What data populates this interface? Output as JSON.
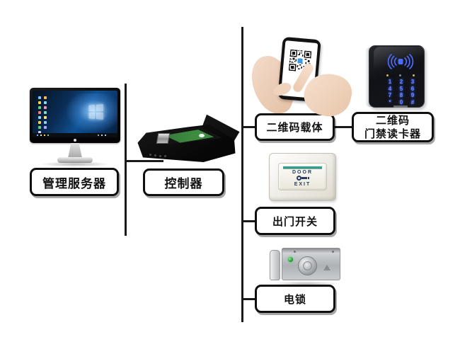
{
  "labels": {
    "server": "管理服务器",
    "controller": "控制器",
    "qr_carrier": "二维码载体",
    "qr_reader": {
      "line1": "二维码",
      "line2": "门禁读卡器"
    },
    "exit_switch": "出门开关",
    "electric_lock": "电锁"
  },
  "devices": {
    "exit_button": {
      "door": "DOOR",
      "exit": "EXIT"
    },
    "card_reader": {
      "keypad": [
        "1",
        "2",
        "3",
        "4",
        "5",
        "6",
        "7",
        "8",
        "9",
        "*",
        "0",
        "#"
      ]
    }
  },
  "colors": {
    "line": "#1a1a1a",
    "box_border": "#0f0f0f",
    "reader_glow": "#4d6bff",
    "exit_stripe": "#2fa08e",
    "lock_led": "#2fb24a"
  }
}
